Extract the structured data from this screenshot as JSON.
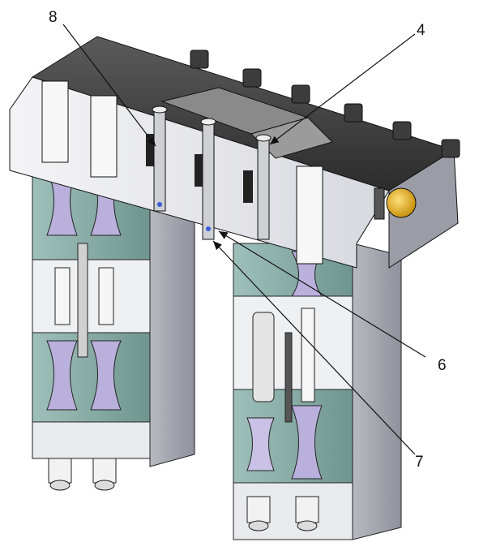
{
  "callouts": [
    {
      "id": "8",
      "label": "8"
    },
    {
      "id": "4",
      "label": "4"
    },
    {
      "id": "6",
      "label": "6"
    },
    {
      "id": "7",
      "label": "7"
    }
  ],
  "colors": {
    "body_light": "#e8e8ec",
    "body_shadow": "#b9bcc4",
    "block_teal": "#a8c6c0",
    "block_teal_dark": "#7fa49d",
    "lavender": "#b9b0dc",
    "metal_dark": "#4a4a4a",
    "plate": "#8a8a8a",
    "gold": "#e3b428",
    "outline": "#1a1a1a"
  }
}
